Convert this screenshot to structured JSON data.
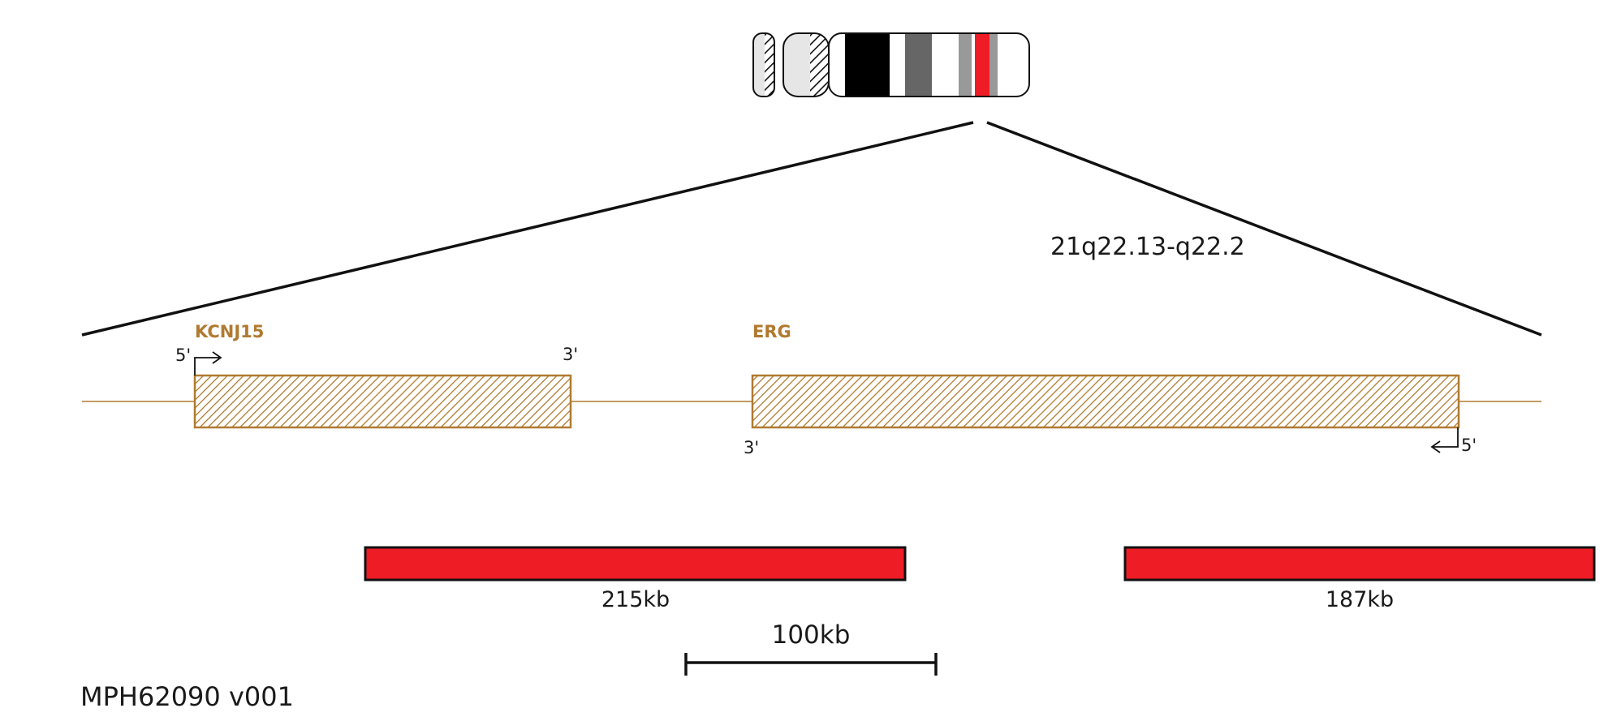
{
  "colors": {
    "gene": "#b07a30",
    "probe": "#ee1c25",
    "outline": "#111111",
    "band_dark": "#000000",
    "band_mid": "#666666",
    "band_light": "#999999",
    "band_highlight": "#ee1c25",
    "centromere_fill": "#e6e6e6"
  },
  "chromosome": {
    "band": "21q22.13-q22.2"
  },
  "genes": [
    {
      "name": "KCNJ15",
      "strand": "+",
      "five_prime": "5'",
      "three_prime": "3'"
    },
    {
      "name": "ERG",
      "strand": "-",
      "five_prime": "5'",
      "three_prime": "3'"
    }
  ],
  "probes": [
    {
      "label": "215kb"
    },
    {
      "label": "187kb"
    }
  ],
  "scale_bar": {
    "label": "100kb"
  },
  "product_id": "MPH62090 v001"
}
